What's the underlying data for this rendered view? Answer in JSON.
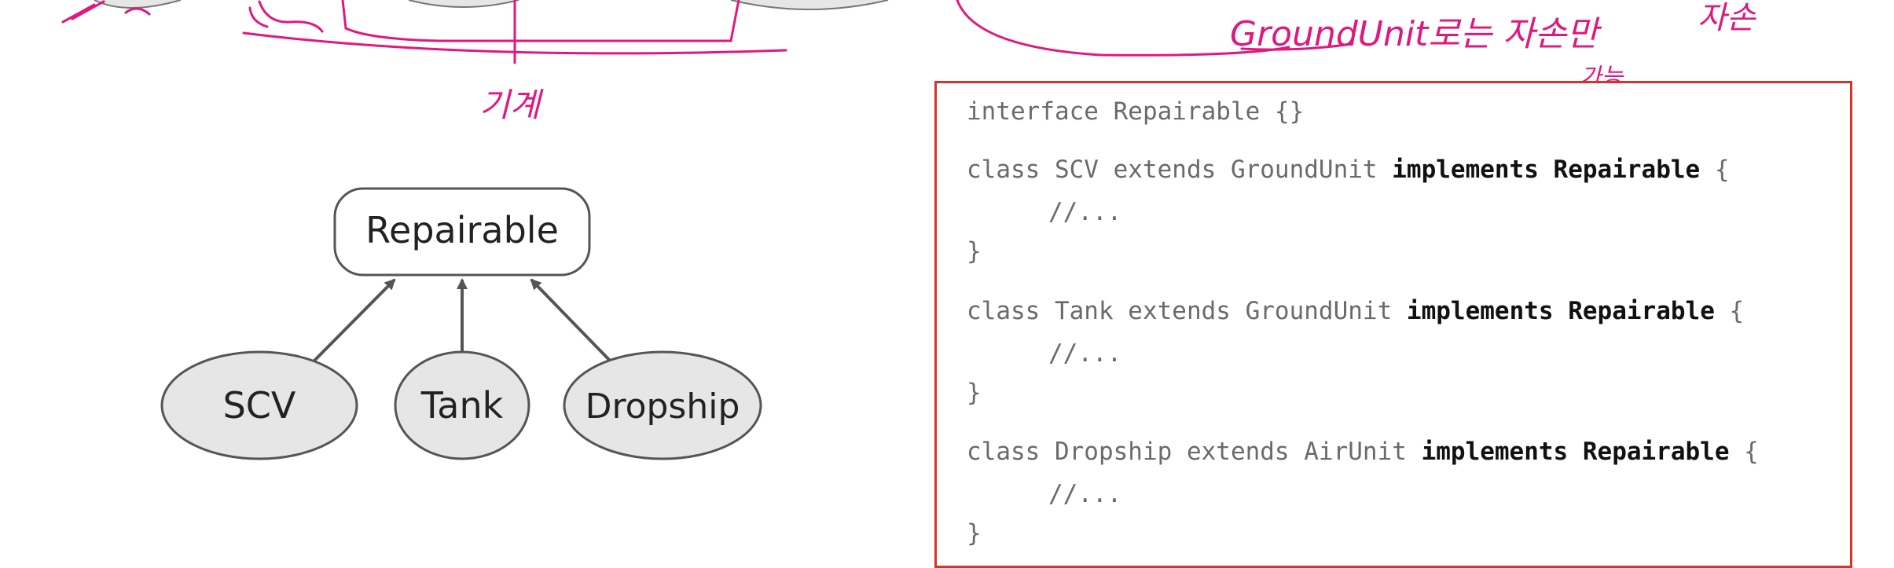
{
  "diagram": {
    "interface_name": "Repairable",
    "implementing_classes": [
      "SCV",
      "Tank",
      "Dropship"
    ]
  },
  "code": {
    "interface_decl": "interface Repairable {}",
    "classes": [
      {
        "prefix": "class SCV extends GroundUnit ",
        "keyword": "implements Repairable",
        "suffix": " {",
        "body": "//...",
        "close": "}"
      },
      {
        "prefix": "class Tank extends GroundUnit ",
        "keyword": "implements Repairable",
        "suffix": " {",
        "body": "//...",
        "close": "}"
      },
      {
        "prefix": "class Dropship extends AirUnit ",
        "keyword": "implements Repairable",
        "suffix": " {",
        "body": "//...",
        "close": "}"
      }
    ]
  },
  "annotations": {
    "handwritten_top_right": "GroundUnit로는 자손만",
    "handwritten_top_right_2": "가능",
    "handwritten_far_right": "자손",
    "handwritten_center_left": "기계"
  },
  "colors": {
    "ink": "#e0187e",
    "box_border": "#d8332a",
    "node_fill": "#e6e6e6",
    "node_stroke": "#555555",
    "arrow": "#555555"
  }
}
